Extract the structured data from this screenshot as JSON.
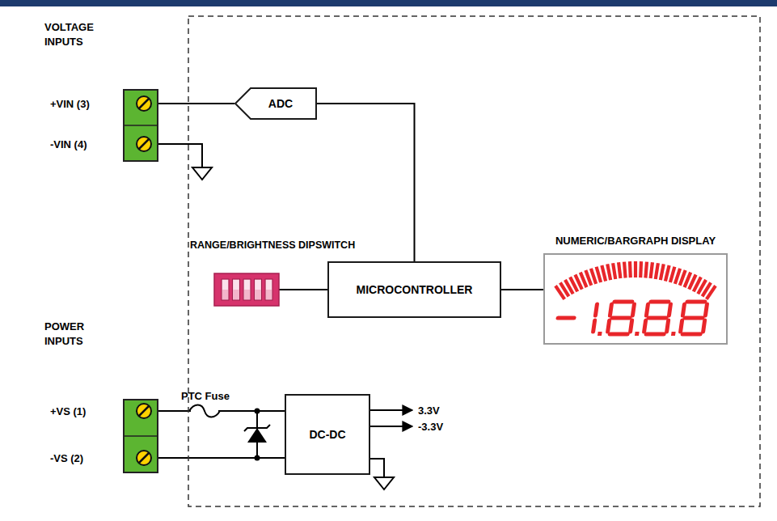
{
  "diagram": {
    "nodes": [
      {
        "text": [
          "VOLTAGE INPUTS"
        ]
      },
      {
        "text": [
          "ADC"
        ]
      },
      {
        "text": [
          "RANGE/BRIGHTNESS DIPSWITCH"
        ]
      },
      {
        "text": [
          "MICROCONTROLLER"
        ]
      },
      {
        "text": [
          "NUMERIC/BARGRAPH DISPLAY"
        ]
      },
      {
        "text": [
          "POWER INPUTS"
        ]
      },
      {
        "text": [
          "DC-DC"
        ]
      }
    ],
    "edges": [
      {
        "from": 0,
        "to": 1,
        "arrow": "none"
      },
      {
        "from": 1,
        "to": 3,
        "arrow": "none"
      },
      {
        "from": 2,
        "to": 3,
        "arrow": "none"
      },
      {
        "from": 3,
        "to": 4,
        "arrow": "none"
      },
      {
        "from": 5,
        "to": 6,
        "arrow": "none"
      },
      {
        "from": 5,
        "to": 6,
        "arrow": "none"
      }
    ],
    "labels": [
      "+VIN (3)",
      "-VIN (4)",
      "+VS (1)",
      "-VS (2)",
      "PTC Fuse",
      "3.3V",
      "-3.3V"
    ]
  }
}
